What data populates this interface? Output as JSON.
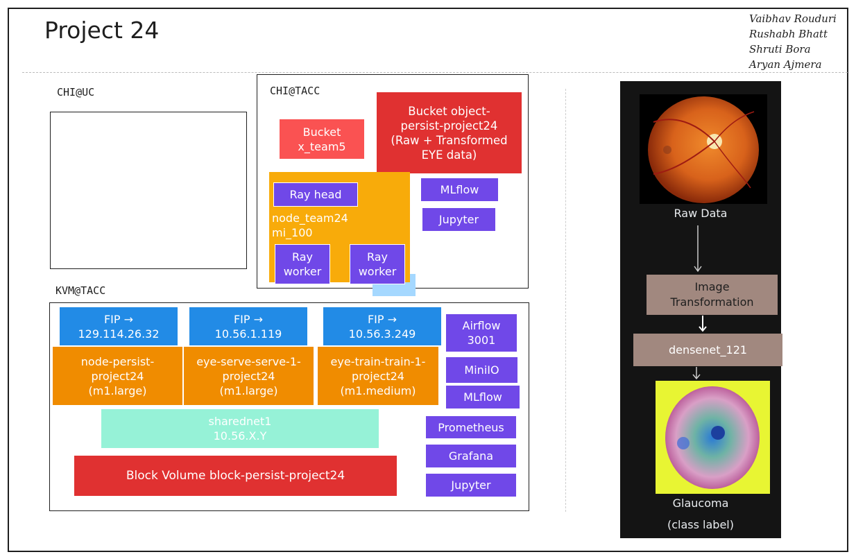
{
  "title": "Project 24",
  "authors": [
    "Vaibhav Rouduri",
    "Rushabh Bhatt",
    "Shruti Bora",
    "Aryan Ajmera"
  ],
  "chi_uc": {
    "label": "CHI@UC"
  },
  "chi_tacc": {
    "label": "CHI@TACC",
    "bucket_team": "Bucket\nx_team5",
    "bucket_persist": "Bucket object-\npersist-project24\n(Raw + Transformed\nEYE data)",
    "node_label": "node_team24\nmi_100",
    "ray_head": "Ray head",
    "ray_worker_1": "Ray\nworker",
    "ray_worker_2": "Ray\nworker",
    "mlflow": "MLflow",
    "jupyter": "Jupyter"
  },
  "kvm_tacc": {
    "label": "KVM@TACC",
    "fips": [
      "FIP →\n129.114.26.32",
      "FIP →\n10.56.1.119",
      "FIP →\n10.56.3.249"
    ],
    "nodes": [
      "node-persist-\nproject24\n(m1.large)",
      "eye-serve-serve-1-\nproject24\n(m1.large)",
      "eye-train-train-1-\nproject24\n(m1.medium)"
    ],
    "sharednet": "sharednet1\n10.56.X.Y",
    "block_volume": "Block Volume block-persist-project24",
    "services": [
      "Airflow\n3001",
      "MiniIO",
      "MLflow",
      "Prometheus",
      "Grafana",
      "Jupyter"
    ]
  },
  "pipeline": {
    "raw_data": "Raw Data",
    "transformation": "Image\nTransformation",
    "model": "densenet_121",
    "output": "Glaucoma",
    "output_note": "(class label)"
  },
  "colors": {
    "red": "#e03131",
    "light_red": "#fa5252",
    "orange": "#f08c00",
    "yellow": "#f8ab0a",
    "purple": "#7048e8",
    "blue": "#228be6",
    "mint": "#96f2d7",
    "brown": "#a1887f"
  }
}
